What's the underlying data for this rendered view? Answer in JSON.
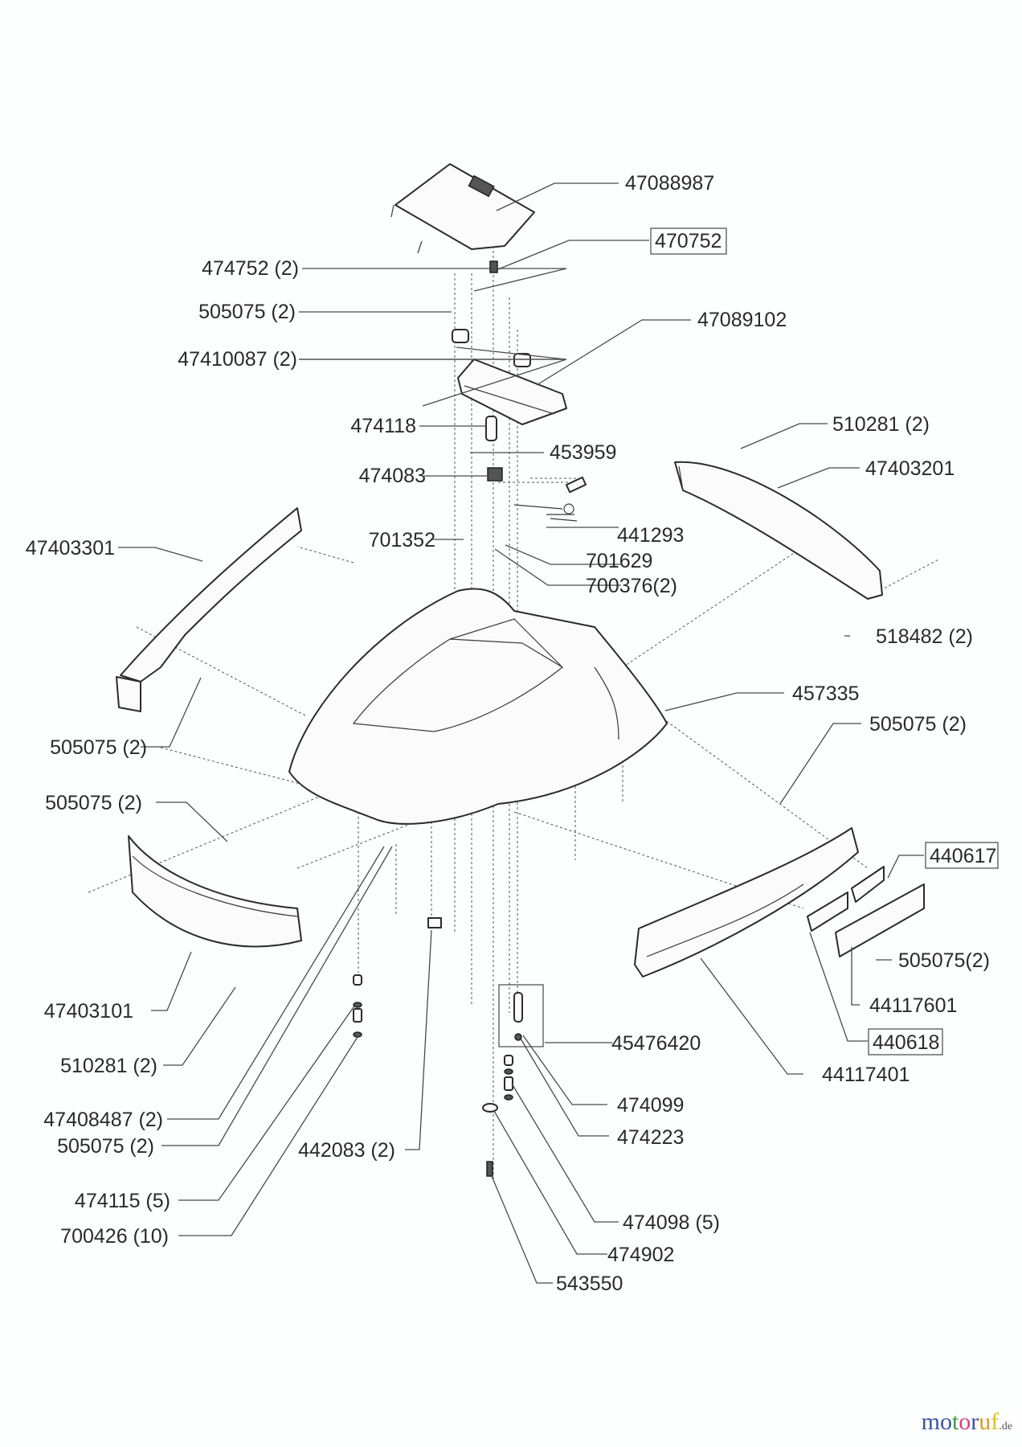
{
  "diagram": {
    "type": "exploded-parts-view",
    "labels": {
      "lid": "47088987",
      "lid_clip": "470752",
      "pin_top": "474752 (2)",
      "screw_top": "505075 (2)",
      "knob": "47410087 (2)",
      "control_panel": "47089102",
      "spring": "474118",
      "ball": "453959",
      "switch_holder": "474083",
      "cable_switch": "441293",
      "nut_left": "701352",
      "screw_701629": "701629",
      "washer_700376": "700376(2)",
      "screw_right_top": "510281 (2)",
      "rear_bumper_right": "47403201",
      "screw_518482": "518482 (2)",
      "side_trim_left": "47403301",
      "screw_left_side": "505075 (2)",
      "housing": "457335",
      "screw_right_mid": "505075 (2)",
      "screw_front_left": "505075 (2)",
      "bracket_440617": "440617",
      "screw_front_right": "505075(2)",
      "bracket_44117601": "44117601",
      "bracket_440618": "440618",
      "front_bumper_right": "44117401",
      "front_bumper_left": "47403101",
      "screw_bottom_left": "510281 (2)",
      "pin_kit": "45476420",
      "pin_474099": "474099",
      "ring_474223": "474223",
      "clip_47408487": "47408487 (2)",
      "screw_505075_bottom": "505075 (2)",
      "bushing": "442083 (2)",
      "damper": "474115 (5)",
      "washer_700426": "700426 (10)",
      "pivot": "474098 (5)",
      "disc": "474902",
      "bolt": "543550"
    },
    "boxed_labels": [
      "470752",
      "440617",
      "440618"
    ]
  },
  "watermark": {
    "letters": [
      "m",
      "o",
      "t",
      "o",
      "r",
      "u",
      "f"
    ],
    "colors": [
      "#3a55a4",
      "#3a55a4",
      "#3f9a3f",
      "#d23c8c",
      "#3a55a4",
      "#e09a1c",
      "#e0c21c"
    ],
    "suffix": ".de"
  }
}
